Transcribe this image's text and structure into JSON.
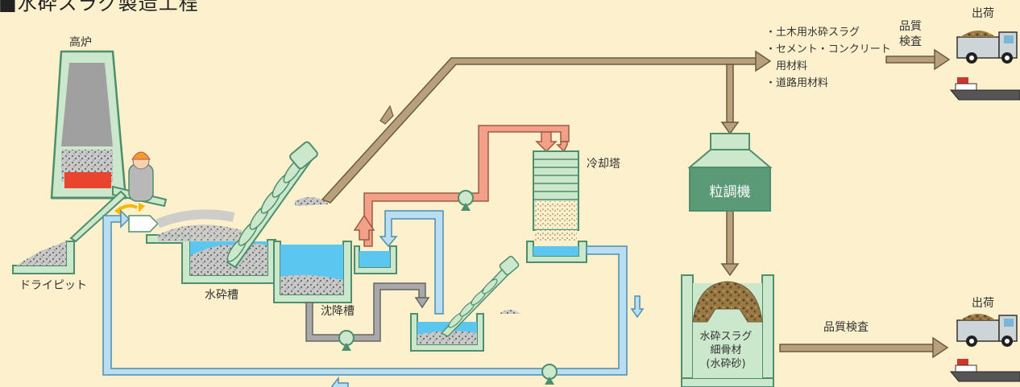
{
  "title": "■水砕スラグ製造工程",
  "labels": {
    "blast_furnace": "高炉",
    "dry_pit": "ドライピット",
    "granulation_tank": "水砕槽",
    "settling_tank": "沈降槽",
    "cooling_tower": "冷却塔",
    "grain_adjuster": "粒調機",
    "quality_top": [
      "品質",
      "検査"
    ],
    "shipping_top": "出荷",
    "shipping_bottom": "出荷",
    "quality_bottom": "品質検査",
    "product": [
      "水砕スラグ",
      "細骨材",
      "(水砕砂)"
    ]
  },
  "uses": [
    "・土木用水砕スラグ",
    "・セメント・コンクリート",
    "　用材料",
    "・道路用材料"
  ],
  "colors": {
    "background": "#fdf0cc",
    "green_outline": "#4f8e6a",
    "green_fill": "#cce8cc",
    "product_pipe": "#b9a07c",
    "hot_pipe": "#f2a087",
    "cold_pipe": "#b9def2",
    "gray_pipe": "#a9a9a9",
    "water": "#5bc6ef",
    "molten": "#e8442e"
  }
}
